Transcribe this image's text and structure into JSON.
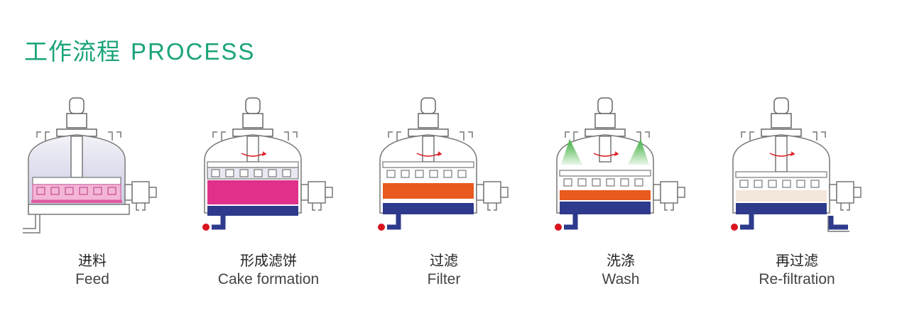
{
  "header": {
    "title_zh": "工作流程",
    "title_en": "PROCESS"
  },
  "colors": {
    "accent": "#1aa37a",
    "feed": "#e05aa0",
    "cake": "#e0308a",
    "filter": "#e85a1e",
    "wash_spray": "#3cae3c",
    "cloth": "#2e3a8c",
    "refilter": "#f3e6da",
    "valve": "#d9141f"
  },
  "steps": [
    {
      "label_zh": "进料",
      "label_en": "Feed"
    },
    {
      "label_zh": "形成滤饼",
      "label_en": "Cake formation"
    },
    {
      "label_zh": "过滤",
      "label_en": "Filter"
    },
    {
      "label_zh": "洗涤",
      "label_en": "Wash"
    },
    {
      "label_zh": "再过滤",
      "label_en": "Re-filtration"
    }
  ]
}
